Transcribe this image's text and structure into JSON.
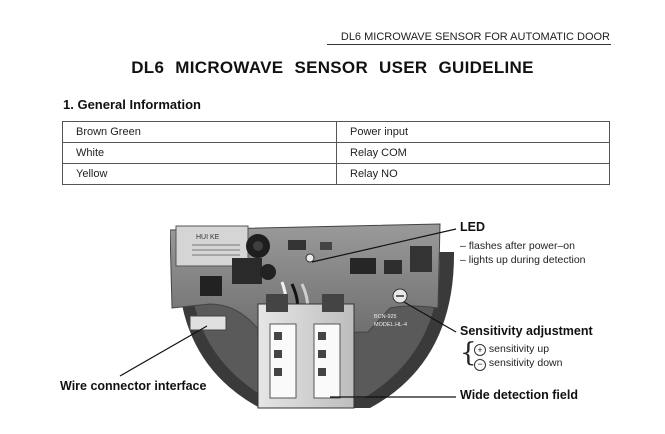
{
  "header": {
    "title": "DL6  MICROWAVE SENSOR FOR AUTOMATIC DOOR"
  },
  "document": {
    "title": "DL6  MICROWAVE SENSOR  USER  GUIDELINE"
  },
  "section": {
    "heading": "1. General Information"
  },
  "wiring_table": {
    "rows": [
      {
        "wire": "Brown  Green",
        "function": "Power input"
      },
      {
        "wire": "White",
        "function": "Relay COM"
      },
      {
        "wire": "Yellow",
        "function": "Relay NO"
      }
    ]
  },
  "diagram": {
    "board_marks": [
      "HUI KE",
      "BCN-925",
      "MODEL.HL-4"
    ],
    "led": {
      "title": "LED",
      "notes": [
        "– flashes after power–on",
        "– lights up during detection"
      ]
    },
    "sensitivity": {
      "title": "Sensitivity adjustment",
      "up": "sensitivity up",
      "down": "sensitivity down"
    },
    "wire_connector": {
      "title": "Wire connector interface"
    },
    "detection_field": {
      "title": "Wide detection field"
    }
  },
  "colors": {
    "text": "#111111",
    "rule": "#555555",
    "photo_dark": "#2b2b2b",
    "photo_mid": "#8a8a8a",
    "photo_light": "#d9d9d9"
  }
}
